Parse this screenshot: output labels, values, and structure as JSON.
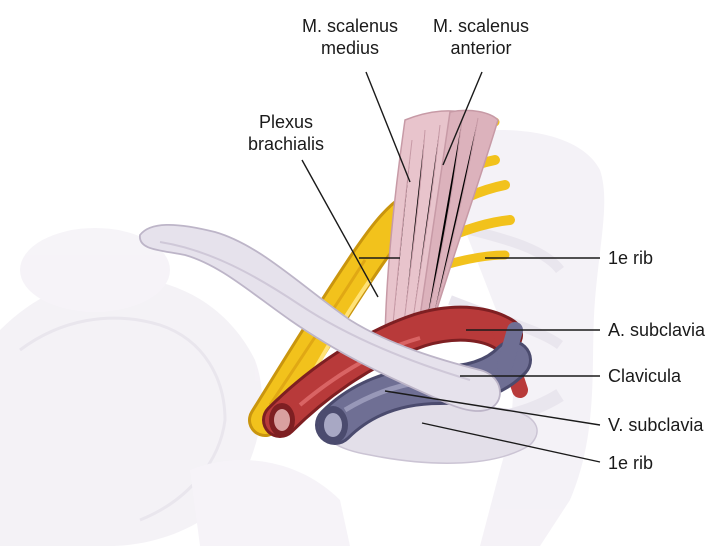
{
  "labels": {
    "scalenus_medius": [
      "M. scalenus",
      "medius"
    ],
    "scalenus_anterior": [
      "M. scalenus",
      "anterior"
    ],
    "plexus": [
      "Plexus",
      "brachialis"
    ],
    "rib_top": "1e rib",
    "a_subclavia": "A. subclavia",
    "clavicula": "Clavicula",
    "v_subclavia": "V. subclavia",
    "rib_bottom": "1e rib"
  },
  "colors": {
    "background": "#ffffff",
    "bone": "#e6e2ec",
    "bone_shade": "#cfc8d8",
    "muscle": "#e8c4cc",
    "muscle_line": "#c79aa6",
    "nerve": "#f2c21c",
    "nerve_dark": "#c9950e",
    "artery": "#b83a3a",
    "artery_dark": "#7e1f22",
    "vein": "#6f6f94",
    "vein_dark": "#4b4b6e",
    "text": "#1a1a1a"
  }
}
